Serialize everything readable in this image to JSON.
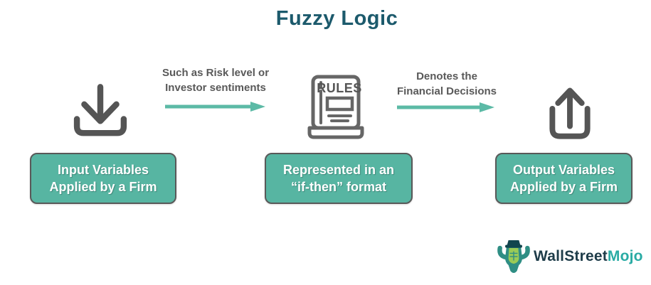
{
  "title": "Fuzzy Logic",
  "colors": {
    "title": "#1C5A6C",
    "box_fill": "#57B5A2",
    "box_border": "#595959",
    "box_text": "#FFFFFF",
    "arrow": "#5CBAA6",
    "connector_label": "#595959",
    "icon_gray": "#555555",
    "logo_dark": "#1E3C49",
    "logo_accent": "#29ABA4"
  },
  "flow": {
    "steps": [
      {
        "icon": "download-icon",
        "line1": "Input Variables",
        "line2": "Applied by a Firm"
      },
      {
        "icon": "rules-book-icon",
        "line1": "Represented in an",
        "line2": "“if-then” format"
      },
      {
        "icon": "upload-icon",
        "line1": "Output Variables",
        "line2": "Applied by a Firm"
      }
    ],
    "connectors": [
      {
        "line1": "Such as Risk level or",
        "line2": "Investor sentiments"
      },
      {
        "line1": "Denotes the",
        "line2": "Financial Decisions"
      }
    ]
  },
  "icons": {
    "rules_book_text": "RULES"
  },
  "logo": {
    "brand_dark": "WallStreet",
    "brand_accent": "Mojo"
  }
}
